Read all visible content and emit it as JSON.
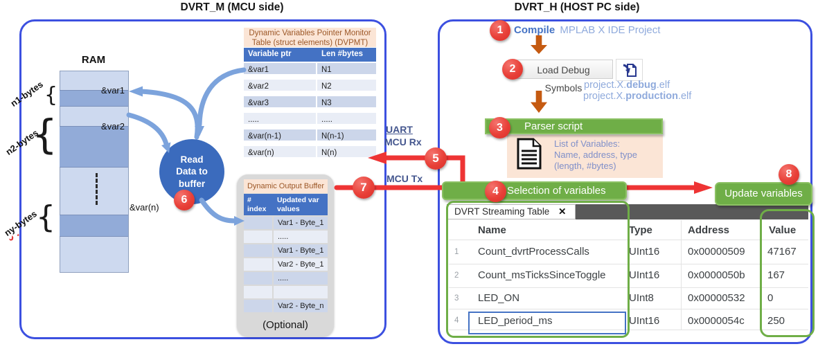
{
  "titles": {
    "left": "DVRT_M (MCU side)",
    "right": "DVRT_H (HOST PC side)"
  },
  "colors": {
    "box_border": "#3c50e0",
    "accent_green": "#6fae47",
    "accent_red": "#ee3434",
    "table_header_blue": "#4472c4",
    "peach": "#fbe5d6",
    "arrow_blue": "#7ca3dc",
    "orange": "#c55a11"
  },
  "mcu": {
    "ram_label": "RAM",
    "cells": {
      "var1": "&var1",
      "var2": "&var2",
      "varn": "&var(n)"
    },
    "sizes": {
      "n1": "n1-bytes",
      "n2": "n2-bytes",
      "ny_u": "ny",
      "ny_rest": "-bytes"
    },
    "read_circle": {
      "line1": "Read",
      "line2": "Data to",
      "line3": "buffer"
    },
    "dvpmt": {
      "title": "Dynamic Variables Pointer Monitor Table (struct elements) (DVPMT)",
      "col_ptr": "Variable ptr",
      "col_len": "Len #bytes",
      "rows": [
        {
          "ptr": "&var1",
          "len": "N1"
        },
        {
          "ptr": "&var2",
          "len": "N2"
        },
        {
          "ptr": "&var3",
          "len": "N3"
        },
        {
          "ptr": ".....",
          "len": "....."
        },
        {
          "ptr": "&var(n-1)",
          "len": "N(n-1)"
        },
        {
          "ptr": "&var(n)",
          "len": "N(n)"
        }
      ]
    },
    "buffer": {
      "title": "Dynamic Output Buffer",
      "col_index_1": "#",
      "col_index_2": "index",
      "col_val_1": "Updated var",
      "col_val_2": "values",
      "rows": [
        {
          "val": "Var1 - Byte_1"
        },
        {
          "val": "....."
        },
        {
          "val": "Var1 - Byte_1"
        },
        {
          "val": "Var2 - Byte_1"
        },
        {
          "val": "....."
        },
        {
          "val": ""
        },
        {
          "val": "Var2 - Byte_n"
        }
      ],
      "footnote": "(Optional)"
    }
  },
  "link": {
    "uart": "UART",
    "rx": "MCU Rx",
    "tx": "MCU Tx"
  },
  "steps": {
    "s1": "1",
    "s2": "2",
    "s3": "3",
    "s4": "4",
    "s5": "5",
    "s6": "6",
    "s7": "7",
    "s8": "8"
  },
  "host": {
    "step1": {
      "bold": "Compile",
      "rest": "MPLAB X IDE Project"
    },
    "step2": {
      "button": "Load Debug Symbols",
      "file1_pre": "project.X.",
      "file1_bold": "debug",
      "file1_post": ".elf",
      "file2_pre": "project.X.",
      "file2_bold": "production",
      "file2_post": ".elf"
    },
    "step3": {
      "label": "Parser script",
      "info1": "List of Variables:",
      "info2": "Name, address, type",
      "info3": "(length, #bytes)"
    },
    "step4": {
      "label": "Selection of variables"
    },
    "step8": {
      "label": "Update variables"
    }
  },
  "stream_table": {
    "tab": "DVRT Streaming Table",
    "close": "✕",
    "headers": {
      "name": "Name",
      "type": "Type",
      "address": "Address",
      "value": "Value"
    },
    "rows": [
      {
        "num": "1",
        "name": "Count_dvrtProcessCalls",
        "type": "UInt16",
        "address": "0x00000509",
        "value": "47167"
      },
      {
        "num": "2",
        "name": "Count_msTicksSinceToggle",
        "type": "UInt16",
        "address": "0x0000050b",
        "value": "167"
      },
      {
        "num": "3",
        "name": "LED_ON",
        "type": "UInt8",
        "address": "0x00000532",
        "value": "0"
      },
      {
        "num": "4",
        "name": "LED_period_ms",
        "type": "UInt16",
        "address": "0x0000054c",
        "value": "250"
      }
    ]
  }
}
